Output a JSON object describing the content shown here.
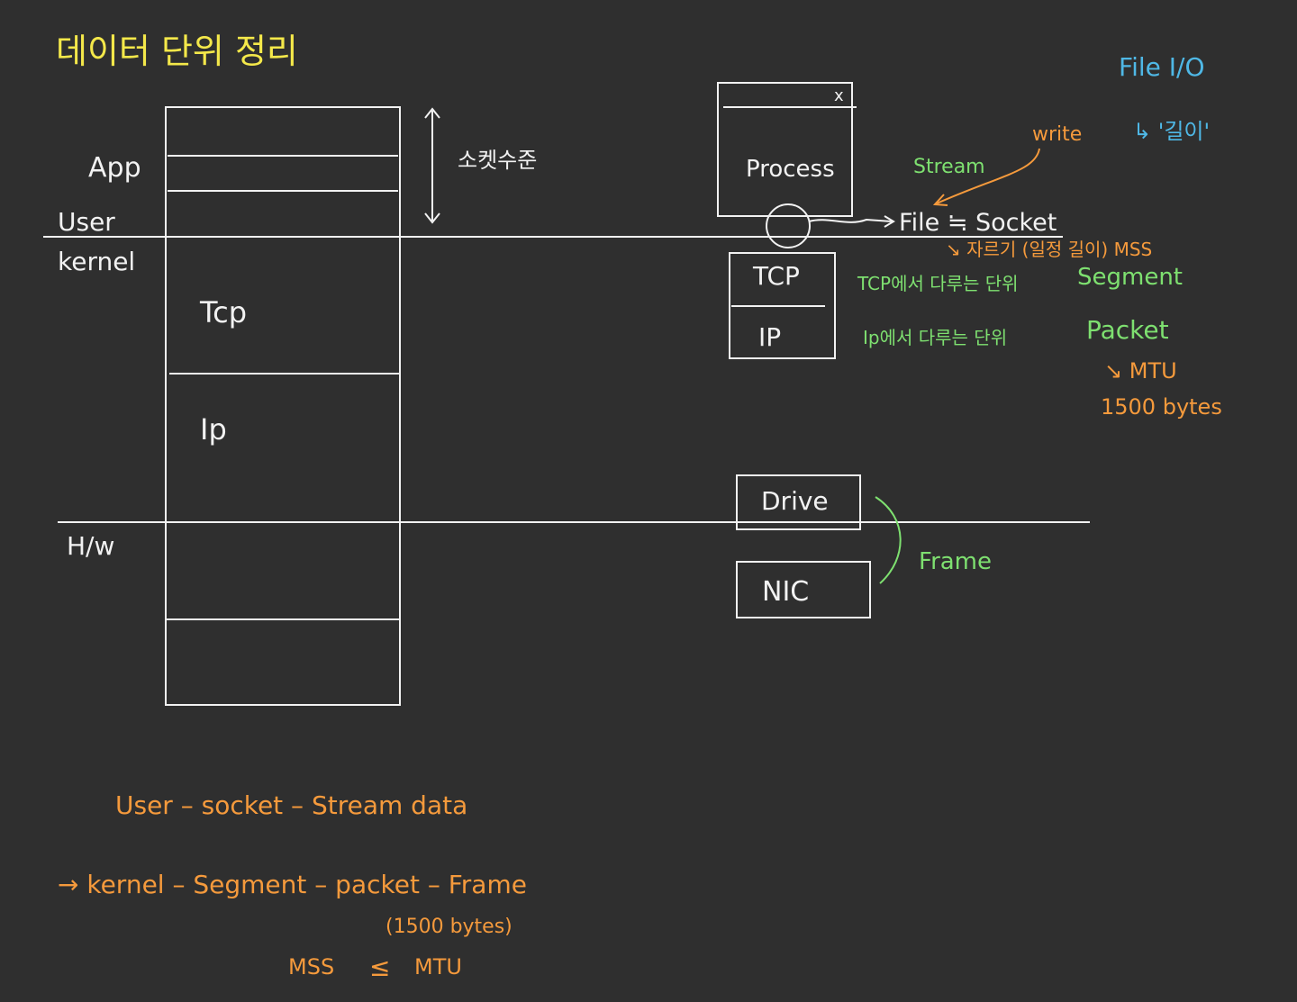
{
  "colors": {
    "background": "#2f2f2f",
    "ink": "#f2f2f2",
    "title": "#f4e84a",
    "green": "#7ee070",
    "orange": "#f59a3c",
    "blue": "#4fb8e6"
  },
  "title": "데이터 단위 정리",
  "layers": {
    "app": "App",
    "user": "User",
    "kernel": "kernel",
    "hw": "H/w",
    "tcp": "Tcp",
    "ip": "Ip",
    "socket_level": "소켓수준"
  },
  "process": {
    "label": "Process",
    "close": "x",
    "file_socket": "File ≒ Socket",
    "tcp": "TCP",
    "ip": "IP"
  },
  "annotations": {
    "stream": "Stream",
    "write": "write",
    "file_io": "File I/O",
    "length": "↳ '길이'",
    "mss_note": "↘ 자르기 (일정 길이) MSS",
    "tcp_unit": "TCP에서 다루는 단위",
    "segment": "Segment",
    "ip_unit": "Ip에서 다루는 단위",
    "packet": "Packet",
    "mtu": "↘ MTU",
    "bytes": "1500 bytes",
    "frame": "Frame"
  },
  "hardware": {
    "drive": "Drive",
    "nic": "NIC"
  },
  "summary": {
    "line1": "User – socket – Stream data",
    "line2": "→ kernel – Segment – packet – Frame",
    "line3": "(1500 bytes)",
    "mss": "MSS",
    "le": "≤",
    "mtu": "MTU"
  }
}
